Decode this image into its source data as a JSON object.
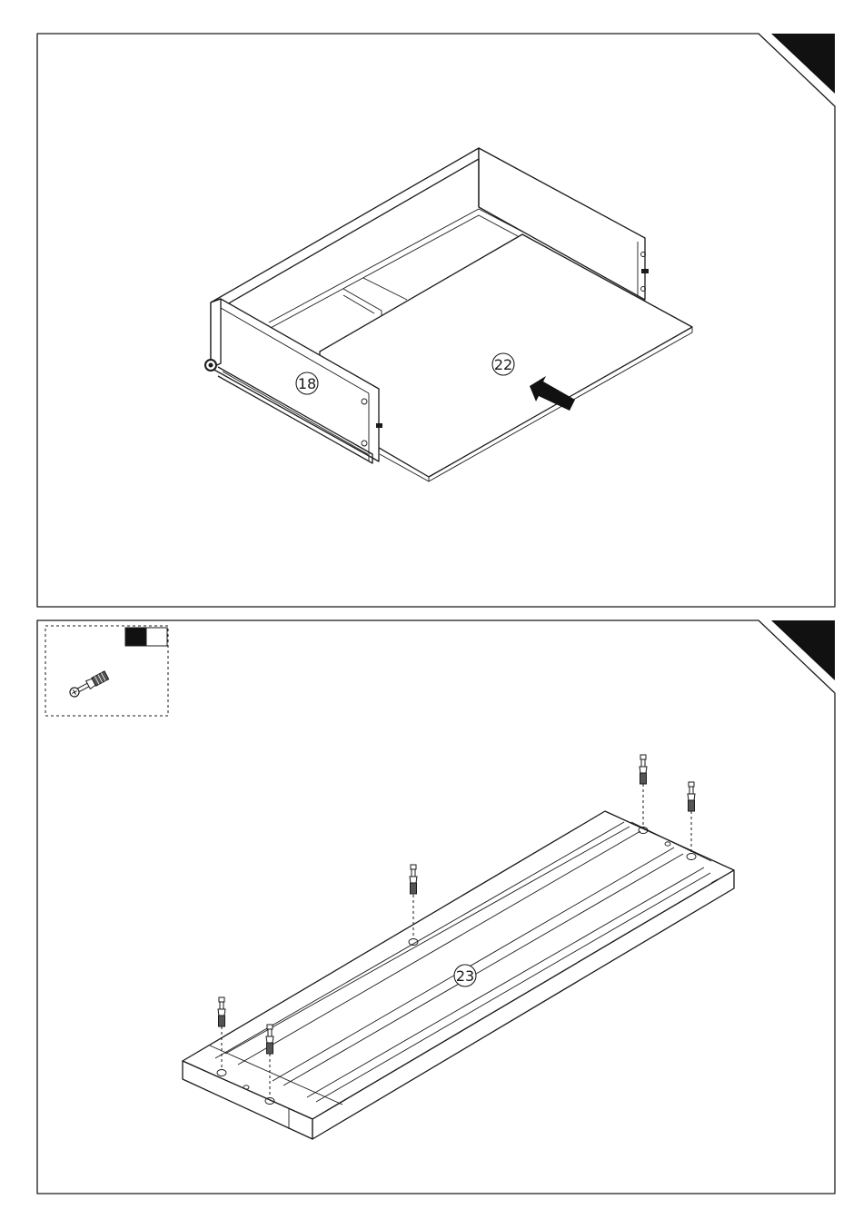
{
  "steps": [
    {
      "part_labels": [
        "18",
        "22"
      ]
    },
    {
      "part_labels": [
        "23"
      ],
      "hardware": {
        "icon": "cam-bolt-icon",
        "swatch_colors": [
          "#111111",
          "#ffffff"
        ]
      }
    }
  ],
  "colors": {
    "line": "#1a1a1a",
    "background": "#ffffff",
    "corner_tab": "#111111"
  }
}
